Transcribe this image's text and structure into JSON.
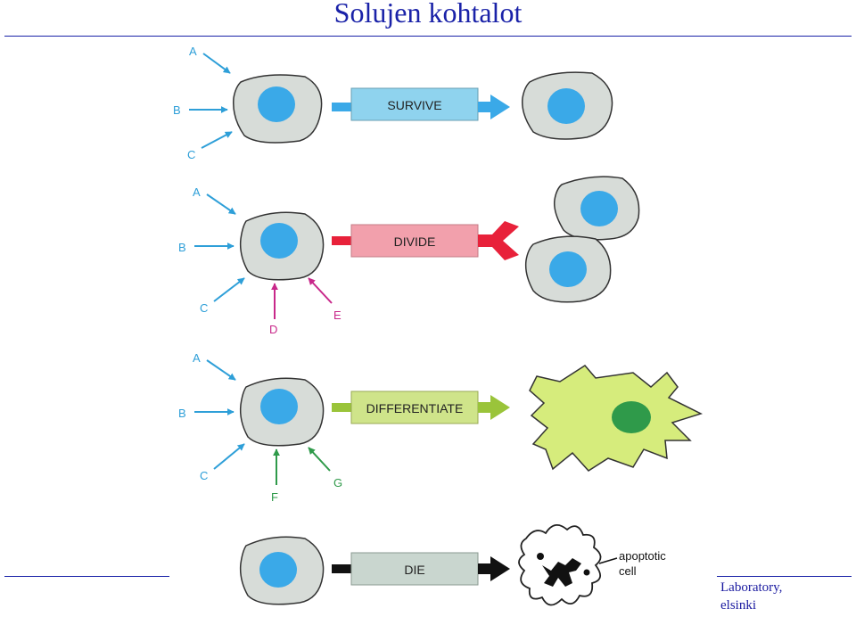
{
  "slide": {
    "title": "Solujen kohtalot",
    "footer_line1": "Laboratory,",
    "footer_line2": "elsinki"
  },
  "figure": {
    "rows": [
      {
        "fate": "SURVIVE",
        "signals": [
          "A",
          "B",
          "C"
        ]
      },
      {
        "fate": "DIVIDE",
        "signals": [
          "A",
          "B",
          "C",
          "D",
          "E"
        ]
      },
      {
        "fate": "DIFFERENTIATE",
        "signals": [
          "A",
          "B",
          "C",
          "F",
          "G"
        ]
      },
      {
        "fate": "DIE",
        "signals": []
      }
    ],
    "apoptotic_label_1": "apoptotic",
    "apoptotic_label_2": "cell"
  },
  "colors": {
    "title": "#1a22a8",
    "cell_fill": "#d7dcd8",
    "nucleus": "#3aa9e8",
    "survive_box": "#8fd3ee",
    "survive_arrow": "#3aa9e8",
    "divide_box": "#f2a0ac",
    "divide_arrow": "#e8213a",
    "differentiate_box": "#cfe48a",
    "differentiate_arrow": "#9ac43a",
    "die_box": "#c9d6cf",
    "signal_blue": "#2e9fd8",
    "signal_magenta": "#c8288a",
    "signal_green": "#2f9a4a",
    "neuron_fill": "#d6ec7c",
    "neuron_nucleus": "#2f9a4a"
  }
}
